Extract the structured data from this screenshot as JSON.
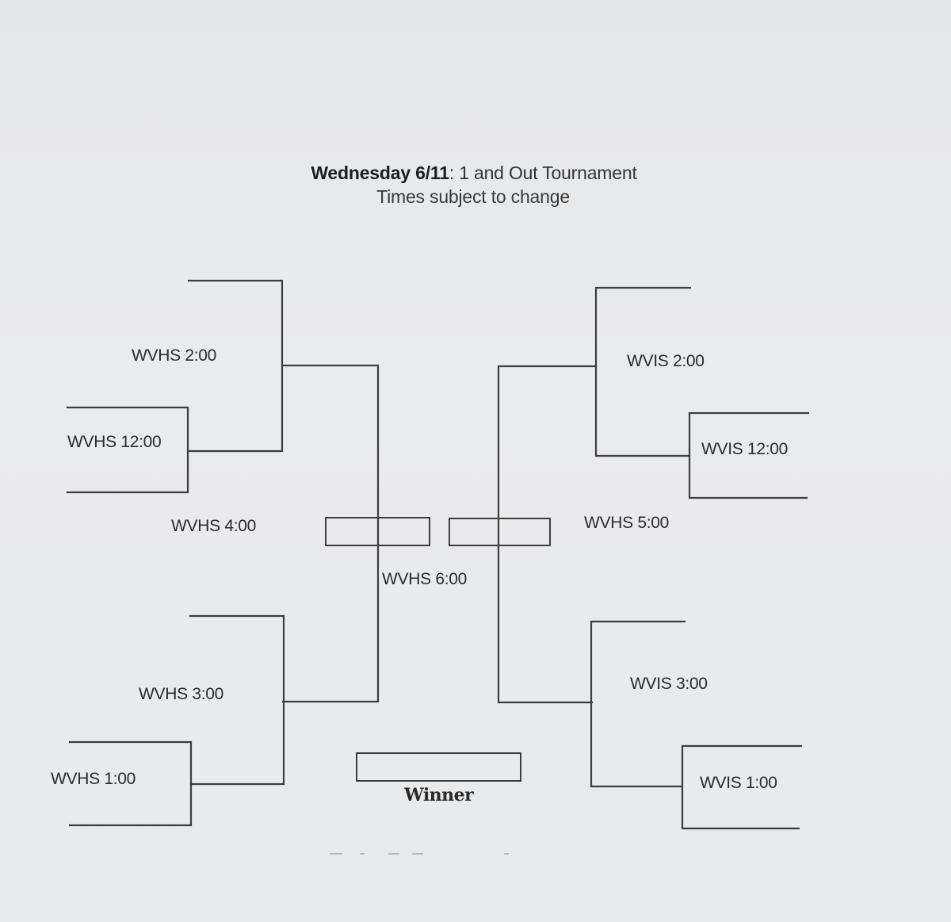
{
  "header": {
    "title_bold": "Wednesday 6/11",
    "title_rest": ": 1 and Out Tournament",
    "subtitle": "Times subject to change"
  },
  "slots": {
    "left_top_upper": "WVHS 2:00",
    "left_top_lower": "WVHS 12:00",
    "left_semifinal": "WVHS 4:00",
    "championship": "WVHS 6:00",
    "left_bottom_upper": "WVHS 3:00",
    "left_bottom_lower": "WVHS 1:00",
    "right_top_upper": "WVIS 2:00",
    "right_top_lower": "WVIS 12:00",
    "right_semifinal": "WVHS 5:00",
    "right_bottom_upper": "WVIS 3:00",
    "right_bottom_lower": "WVIS 1:00"
  },
  "winner_label": "Winner",
  "colors": {
    "paper": "#e8e9eb",
    "ink": "#3a3a3a"
  }
}
